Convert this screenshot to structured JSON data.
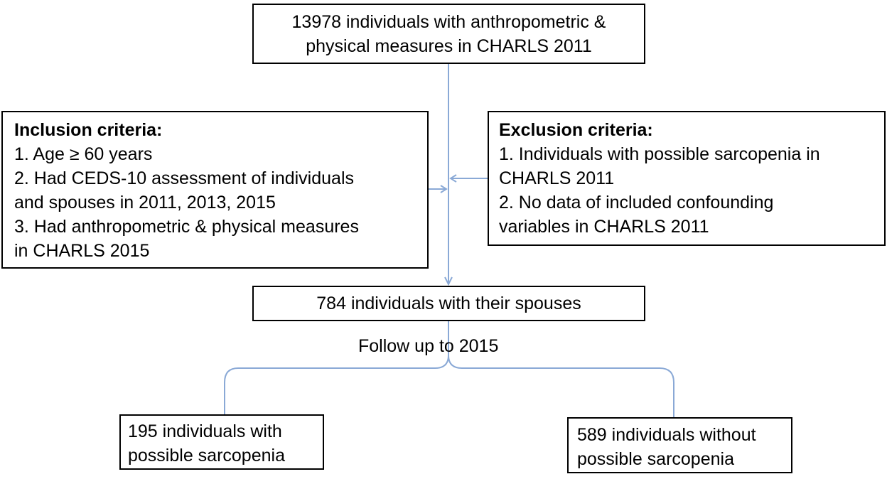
{
  "flowchart": {
    "top_box": {
      "lines": [
        "13978 individuals with anthropometric &",
        "physical measures in  CHARLS 2011"
      ]
    },
    "inclusion": {
      "heading": "Inclusion criteria:",
      "lines": [
        "1. Age ≥ 60 years",
        "2. Had CEDS-10 assessment of individuals",
        "and spouses in 2011, 2013, 2015",
        "3. Had anthropometric & physical measures",
        "in  CHARLS 2015"
      ]
    },
    "exclusion": {
      "heading": "Exclusion criteria:",
      "lines": [
        "1. Individuals with possible sarcopenia in",
        "CHARLS 2011",
        "2. No data of included confounding",
        "variables in CHARLS 2011"
      ]
    },
    "middle_box": {
      "text": "784  individuals with their spouses"
    },
    "follow_up_label": "Follow up to 2015",
    "left_outcome": {
      "lines": [
        "195 individuals with",
        "possible sarcopenia"
      ]
    },
    "right_outcome": {
      "lines": [
        "589 individuals without",
        "possible sarcopenia"
      ]
    },
    "connector_color": "#8aa9d6"
  }
}
